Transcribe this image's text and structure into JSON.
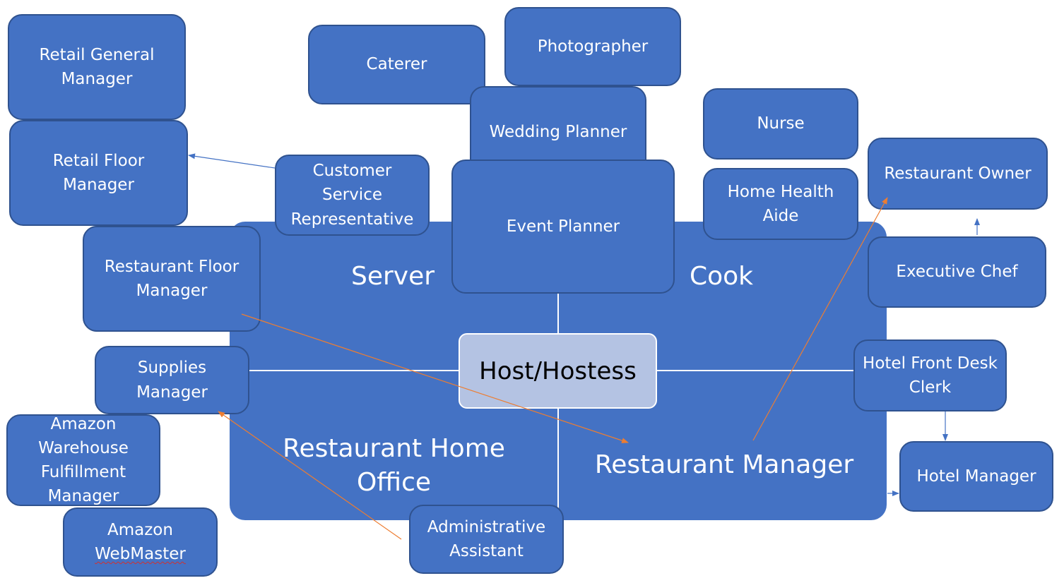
{
  "colors": {
    "box_fill": "#4472c4",
    "box_border": "#2f528f",
    "center_fill": "#b4c3e3",
    "blue_arrow": "#4472c4",
    "orange_arrow": "#ed7d31"
  },
  "quadrants": {
    "top_left": "Server",
    "top_right": "Cook",
    "bottom_left": "Restaurant Home Office",
    "bottom_right": "Restaurant Manager"
  },
  "center": "Host/Hostess",
  "nodes": {
    "retail_general_manager": "Retail General Manager",
    "retail_floor_manager": "Retail Floor Manager",
    "caterer": "Caterer",
    "photographer": "Photographer",
    "wedding_planner": "Wedding Planner",
    "event_planner": "Event Planner",
    "nurse": "Nurse",
    "home_health_aide": "Home Health Aide",
    "restaurant_owner": "Restaurant Owner",
    "executive_chef": "Executive Chef",
    "customer_service_rep": "Customer Service Representative",
    "restaurant_floor_manager": "Restaurant Floor Manager",
    "supplies_manager": "Supplies Manager",
    "amazon_warehouse": "Amazon Warehouse Fulfillment Manager",
    "amazon_webmaster_line1": "Amazon",
    "amazon_webmaster_line2": "WebMaster",
    "hotel_front_desk_clerk": "Hotel Front Desk Clerk",
    "hotel_manager": "Hotel Manager",
    "administrative_assistant": "Administrative Assistant"
  }
}
